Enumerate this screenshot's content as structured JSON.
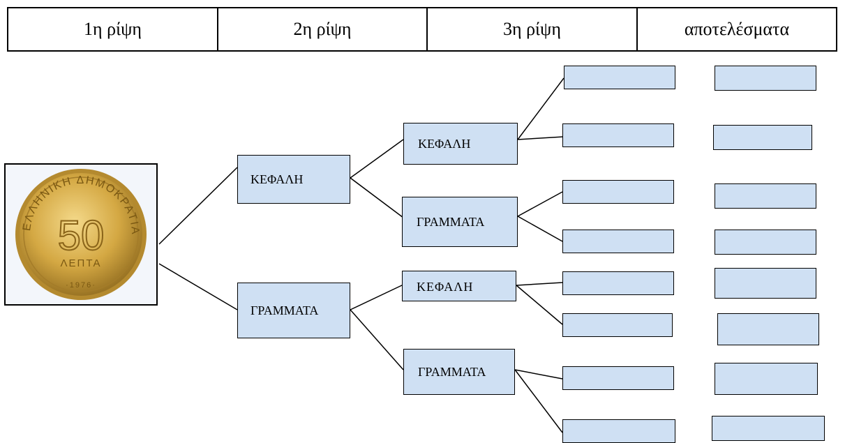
{
  "header": {
    "col1": "1η ρίψη",
    "col2": "2η ρίψη",
    "col3": "3η ρίψη",
    "col4": "αποτελέσματα"
  },
  "coin": {
    "top_text": "ΕΛΛΗΝΙΚΗ ΔΗΜΟΚΡΑΤΙΑ",
    "value": "50",
    "unit": "ΛΕΠΤΑ",
    "year": "·1976·"
  },
  "tree": {
    "level2": {
      "heads": "ΚΕΦΑΛΗ",
      "tails": "ΓΡΑΜΜΑΤΑ"
    },
    "level3": {
      "a": "ΚΕΦΑΛΗ",
      "b": "ΓΡΑΜΜΑΤΑ",
      "c": "ΚΕΦΑΛΗ",
      "d": "ΓΡΑΜΜΑΤΑ"
    }
  }
}
